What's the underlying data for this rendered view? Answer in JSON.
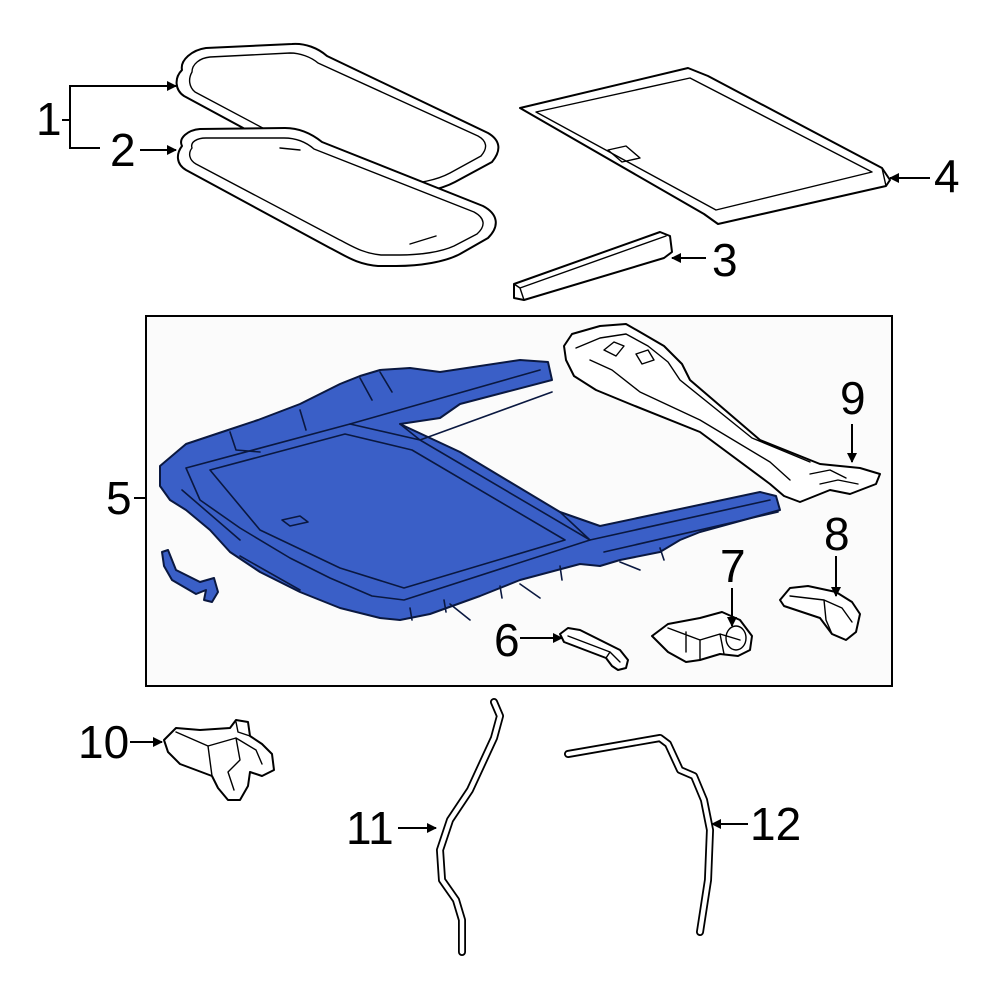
{
  "colors": {
    "background": "#ffffff",
    "line": "#000000",
    "highlight": "#3a5fc7",
    "highlight_outline": "#0a1840",
    "box_fill": "#fbfbfb"
  },
  "callouts": {
    "c1": "1",
    "c2": "2",
    "c3": "3",
    "c4": "4",
    "c5": "5",
    "c6": "6",
    "c7": "7",
    "c8": "8",
    "c9": "9",
    "c10": "10",
    "c11": "11",
    "c12": "12"
  },
  "highlighted_part": "5"
}
